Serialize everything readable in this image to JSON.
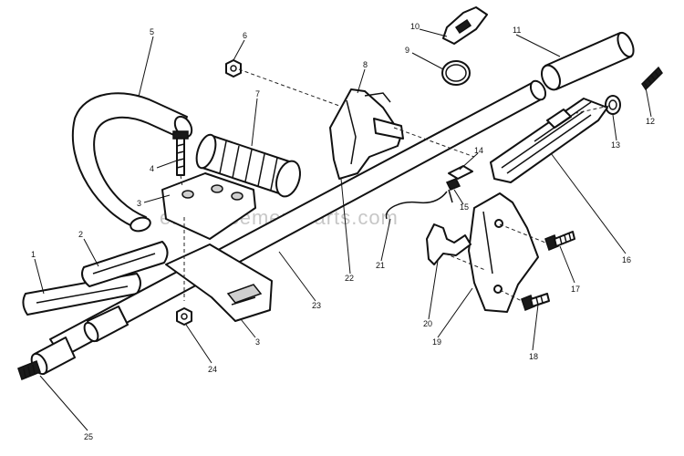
{
  "watermark": "eReplacementParts.com",
  "callouts": {
    "c1": "1",
    "c2": "2",
    "c3a": "3",
    "c3b": "3",
    "c4": "4",
    "c5": "5",
    "c6": "6",
    "c7": "7",
    "c8": "8",
    "c9": "9",
    "c10": "10",
    "c11": "11",
    "c12": "12",
    "c13": "13",
    "c14": "14",
    "c15": "15",
    "c16": "16",
    "c17": "17",
    "c18": "18",
    "c19": "19",
    "c20": "20",
    "c21": "21",
    "c22": "22",
    "c23": "23",
    "c24": "24",
    "c25": "25"
  }
}
